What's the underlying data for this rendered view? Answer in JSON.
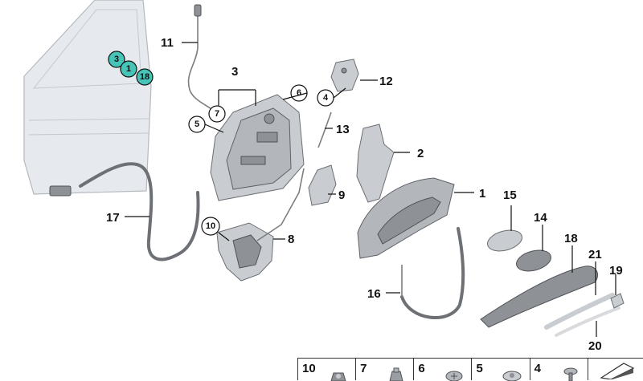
{
  "diagram": {
    "callouts": [
      {
        "id": "11",
        "text": "11"
      },
      {
        "id": "3",
        "text": "3"
      },
      {
        "id": "12",
        "text": "12"
      },
      {
        "id": "13",
        "text": "13"
      },
      {
        "id": "2",
        "text": "2"
      },
      {
        "id": "9",
        "text": "9"
      },
      {
        "id": "1",
        "text": "1"
      },
      {
        "id": "15",
        "text": "15"
      },
      {
        "id": "14",
        "text": "14"
      },
      {
        "id": "18",
        "text": "18"
      },
      {
        "id": "21",
        "text": "21"
      },
      {
        "id": "19",
        "text": "19"
      },
      {
        "id": "20",
        "text": "20"
      },
      {
        "id": "17",
        "text": "17"
      },
      {
        "id": "8",
        "text": "8"
      },
      {
        "id": "16",
        "text": "16"
      }
    ],
    "circled": [
      {
        "id": "7",
        "text": "7"
      },
      {
        "id": "6",
        "text": "6"
      },
      {
        "id": "5",
        "text": "5"
      },
      {
        "id": "4",
        "text": "4"
      },
      {
        "id": "10",
        "text": "10"
      }
    ],
    "teal_markers": [
      {
        "id": "3",
        "text": "3"
      },
      {
        "id": "1",
        "text": "1"
      },
      {
        "id": "18",
        "text": "18"
      }
    ],
    "colors": {
      "teal": "#45c4b7",
      "part": "#c9ccd0",
      "line": "#111111"
    }
  },
  "legend": {
    "cells": [
      {
        "num": "10",
        "icon": "nut-icon"
      },
      {
        "num": "7",
        "icon": "flange-nut-icon"
      },
      {
        "num": "6",
        "icon": "screw-head-icon"
      },
      {
        "num": "5",
        "icon": "round-screw-icon"
      },
      {
        "num": "4",
        "icon": "bolt-icon"
      },
      {
        "num": "",
        "icon": "wedge-icon"
      }
    ]
  }
}
